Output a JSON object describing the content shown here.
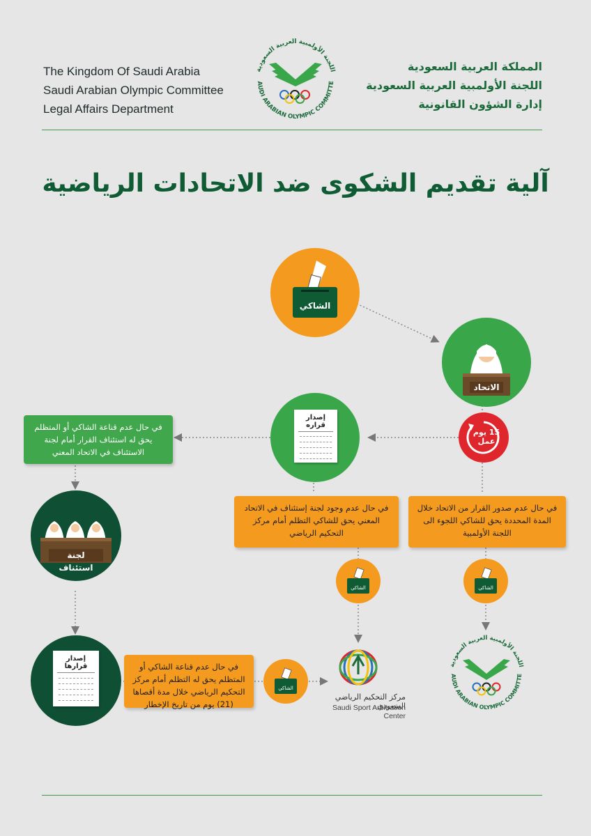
{
  "header": {
    "en_line1": "The Kingdom Of Saudi Arabia",
    "en_line2": "Saudi Arabian Olympic Committee",
    "en_line3": "Legal Affairs Department",
    "ar_line1": "المملكة العربية السعودية",
    "ar_line2": "اللجنة الأولمبية العربية السعودية",
    "ar_line3": "إدارة الشؤون القانونية",
    "logo_text_top": "اللجنة الأولمبية العربية السعودية",
    "logo_text_bottom": "SAUDI ARABIAN OLYMPIC COMMITTEE"
  },
  "title": "آلية تقديم الشكوى ضد الاتحادات الرياضية",
  "nodes": {
    "complainant_label": "الشاكي",
    "federation_label": "الاتحاد",
    "deadline_label": "15 يوم عمل",
    "decision_label": "إصدار قراره",
    "appeals_label": "لجنة استئناف",
    "appeals_decision_label": "إصدار قرارها",
    "small_complainant_label": "الشاكي"
  },
  "boxes": {
    "left_green": "في حال عدم قناعة الشاكي أو المتظلم يحق له استئناف القرار أمام لجنة الاستئناف في الاتحاد المعني",
    "middle_orange": "في حال عدم وجود لجنة إستئناف في الاتحاد المعني يحق للشاكي التظلم أمام مركز التحكيم الرياضي",
    "right_orange": "في حال عدم صدور القرار من الاتحاد خلال المدة المحددة يحق للشاكي اللجوء الى اللجنة الأولمبية",
    "bottom_orange": "في حال عدم قناعة الشاكي أو المتظلم يحق له التظلم أمام مركز التحكيم الرياضي خلال مدة أقصاها (21) يوم من تاريخ الإخطار"
  },
  "arbitration_center": {
    "name_ar": "مركز التحكيم الرياضي السعودي",
    "name_en": "Saudi Sport Arbitration Center"
  },
  "colors": {
    "background": "#e6e6e7",
    "orange": "#f39a1f",
    "green": "#3aa64a",
    "dark_green": "#0f4f34",
    "red": "#e0262d"
  }
}
